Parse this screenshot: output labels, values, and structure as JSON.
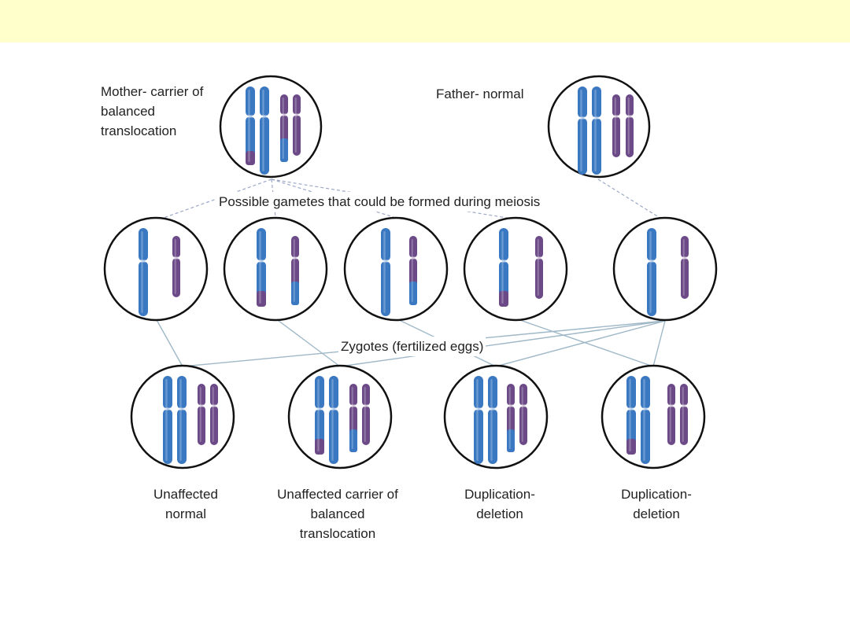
{
  "colors": {
    "header_band": "#ffffcc",
    "blue_chromosome": "#3a78c2",
    "purple_chromosome": "#6b4a87",
    "dashed_connector": "#9aa8c6",
    "solid_connector": "#9fb8c8",
    "circle_outline": "#111111"
  },
  "labels": {
    "mother": "Mother- carrier of\nbalanced\ntranslocation",
    "father": "Father- normal",
    "gametes_caption": "Possible gametes that could be formed during meiosis",
    "zygotes_caption": "Zygotes (fertilized eggs)"
  },
  "zygote_outcomes": [
    "Unaffected\nnormal",
    "Unaffected carrier of\nbalanced\ntranslocation",
    "Duplication-\ndeletion",
    "Duplication-\ndeletion"
  ]
}
